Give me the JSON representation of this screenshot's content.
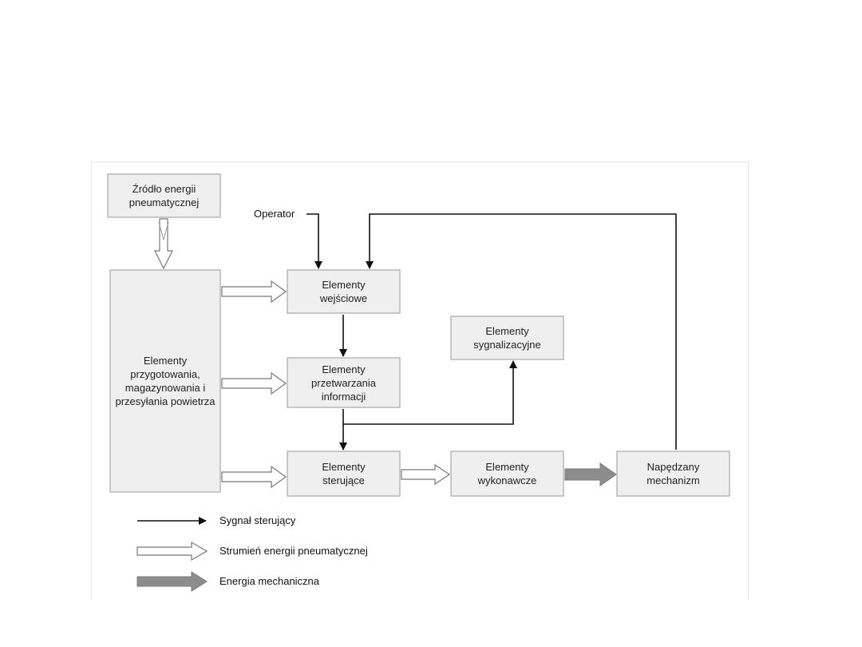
{
  "diagram": {
    "nodes": {
      "source": "Źródło energii pneumatycznej",
      "preparation": "Elementy przygotowania, magazynowania i przesyłania powietrza",
      "input": "Elementy wejściowe",
      "processing": "Elementy przetwarzania informacji",
      "signaling": "Elementy sygnalizacyjne",
      "control": "Elementy sterujące",
      "actuators": "Elementy wykonawcze",
      "mechanism": "Napędzany mechanizm"
    },
    "operator_label": "Operator",
    "legend": {
      "signal": "Sygnał sterujący",
      "pneumatic": "Strumień energii pneumatycznej",
      "mechanical": "Energia mechaniczna"
    },
    "colors": {
      "box_fill": "#efefef",
      "box_border": "#a8a8a8",
      "signal_line": "#111111",
      "mechanical_arrow": "#8c8c8c"
    }
  }
}
